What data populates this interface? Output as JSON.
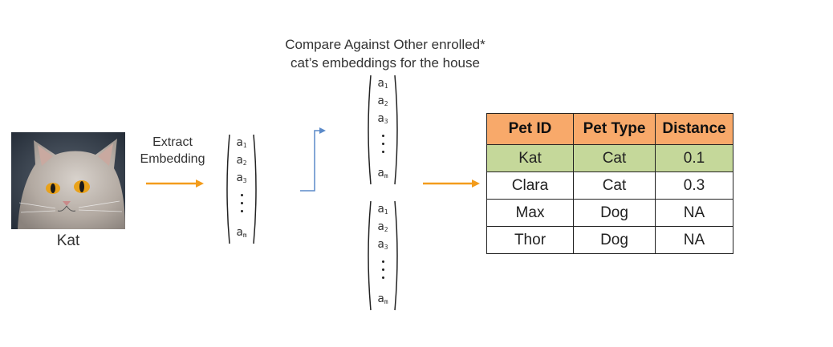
{
  "cat": {
    "caption": "Kat"
  },
  "extract": {
    "line1": "Extract",
    "line2": "Embedding"
  },
  "compare": {
    "line1": "Compare Against Other enrolled*",
    "line2": "cat’s embeddings for the house"
  },
  "vector": {
    "symbol": "a",
    "sub1": "1",
    "sub2": "2",
    "sub3": "3",
    "subm": "m"
  },
  "table": {
    "headers": {
      "pet_id": "Pet ID",
      "pet_type": "Pet Type",
      "distance": "Distance"
    },
    "rows": [
      {
        "pet_id": "Kat",
        "pet_type": "Cat",
        "distance": "0.1"
      },
      {
        "pet_id": "Clara",
        "pet_type": "Cat",
        "distance": "0.3"
      },
      {
        "pet_id": "Max",
        "pet_type": "Dog",
        "distance": "NA"
      },
      {
        "pet_id": "Thor",
        "pet_type": "Dog",
        "distance": "NA"
      }
    ],
    "colors": {
      "header": "#f8a96a",
      "highlight": "#c5d89a"
    }
  },
  "colors": {
    "orange_arrow": "#f39c1c",
    "blue_arrow": "#5b8ac9"
  }
}
